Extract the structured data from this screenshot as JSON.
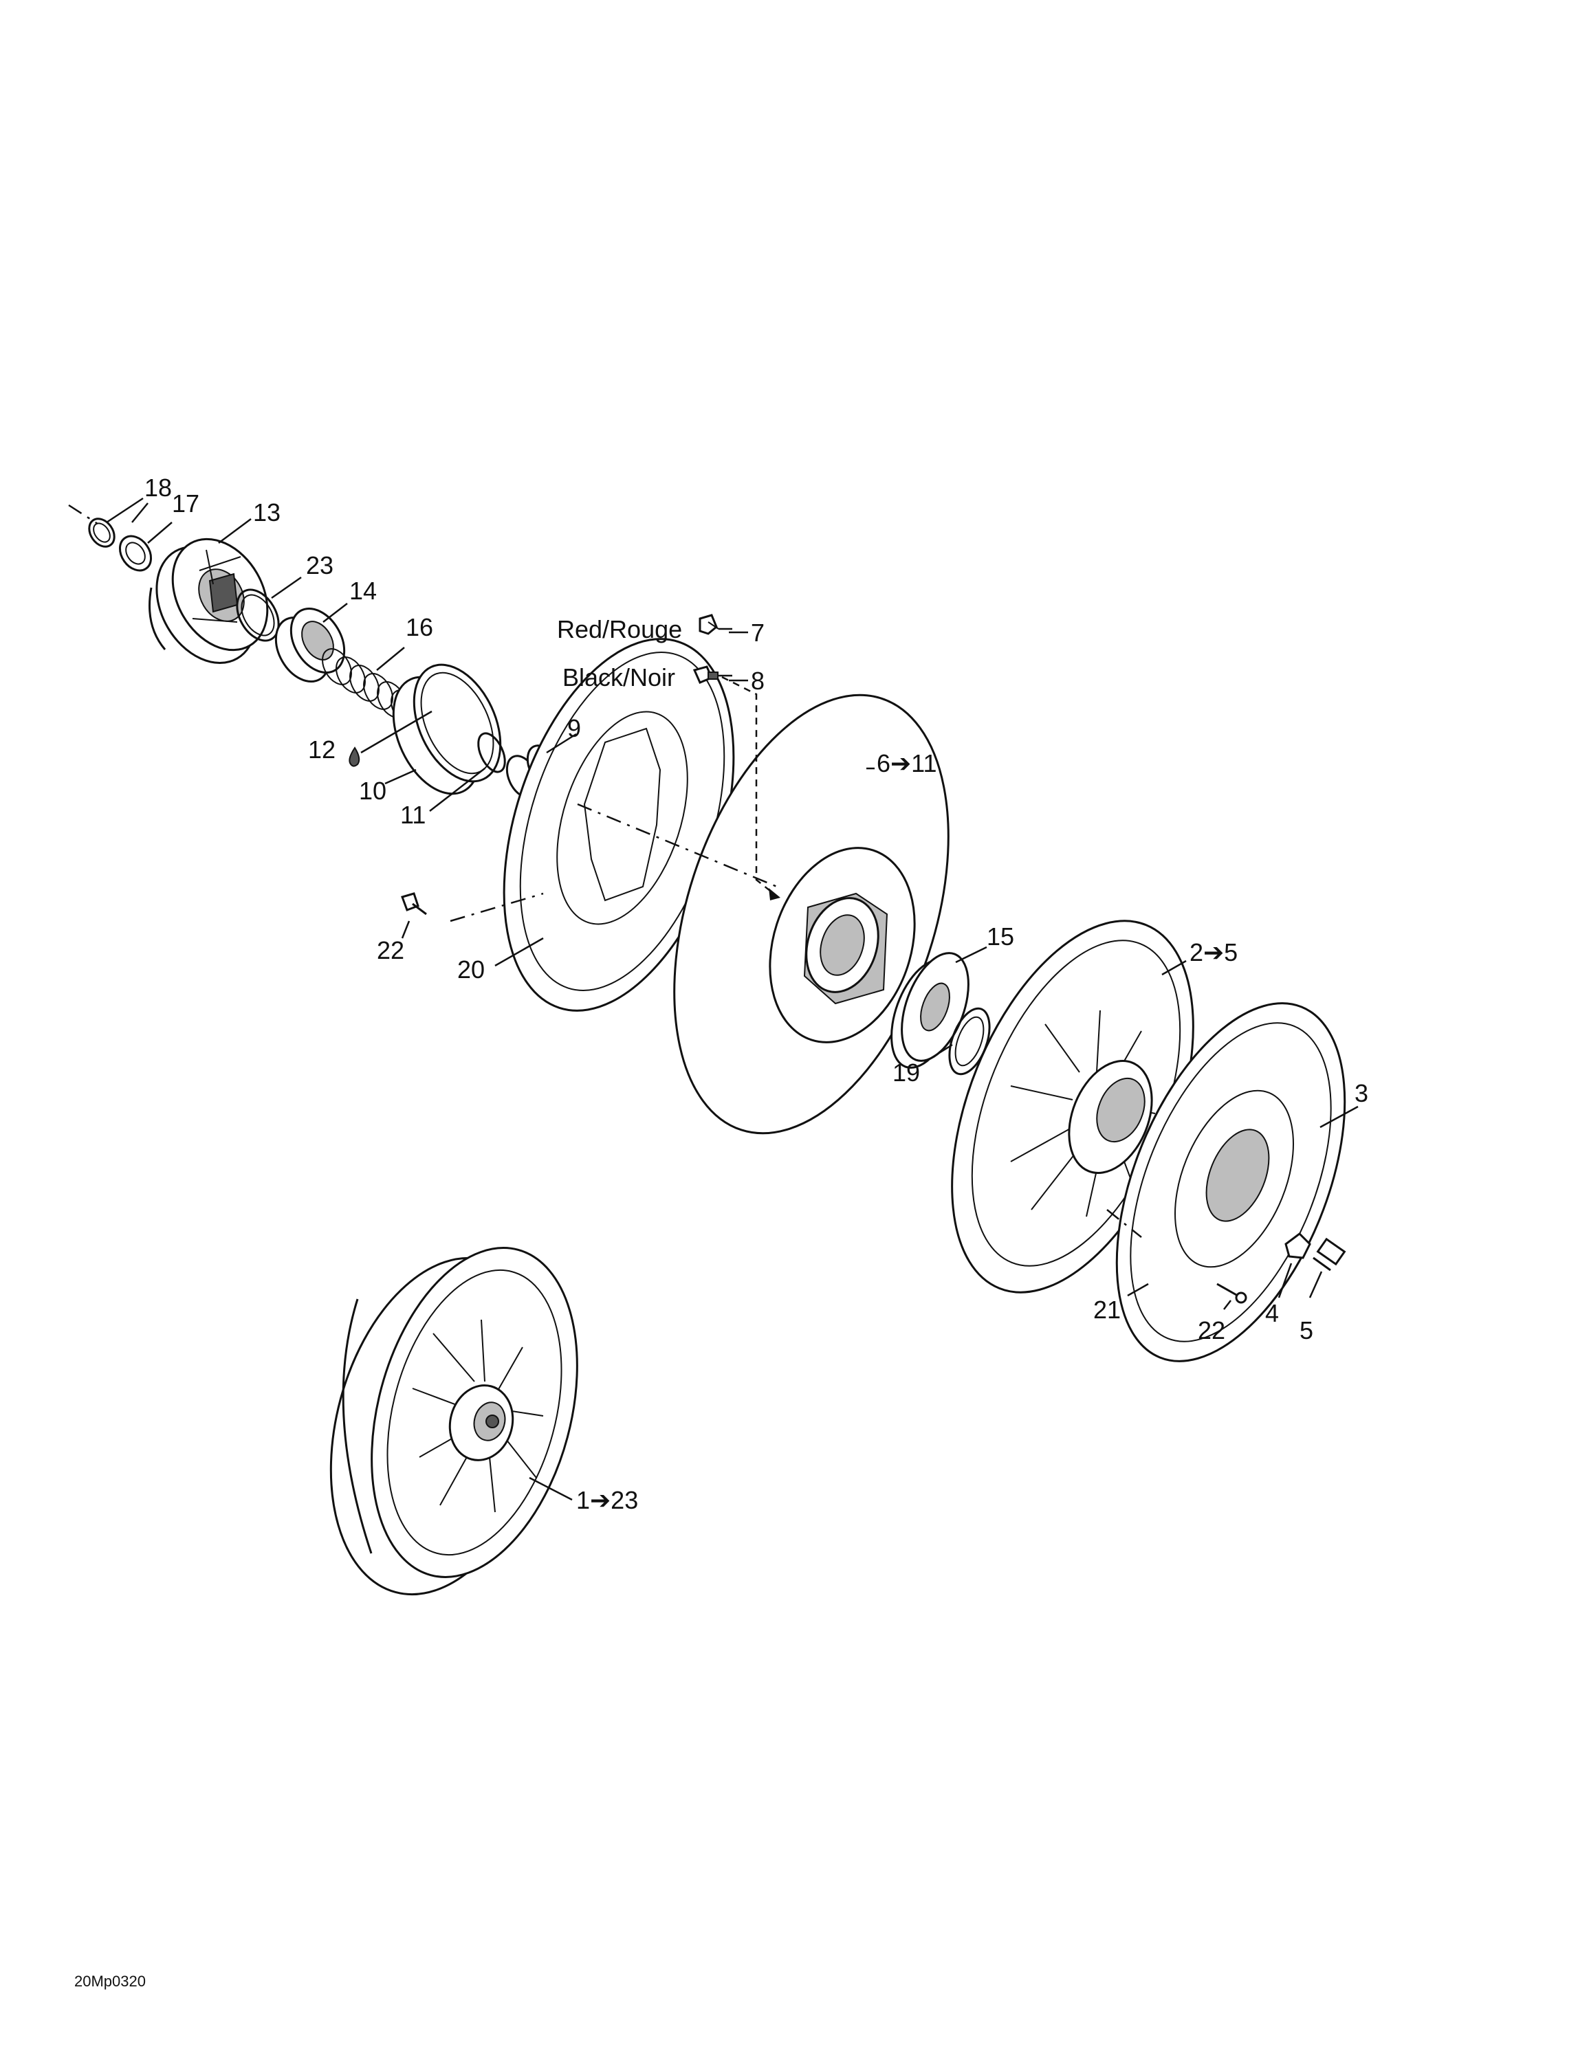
{
  "drawing_code": "20Mp0320",
  "notes": {
    "red": "Red/Rouge",
    "black": "Black/Noir"
  },
  "callouts": {
    "c18": "18",
    "c17": "17",
    "c13": "13",
    "c23": "23",
    "c14": "14",
    "c16": "16",
    "c12": "12",
    "c10": "10",
    "c11": "11",
    "c9": "9",
    "c7": "7",
    "c8": "8",
    "c6_11": "6➔11",
    "c22a": "22",
    "c20": "20",
    "c15": "15",
    "c19": "19",
    "c2_5": "2➔5",
    "c3": "3",
    "c21": "21",
    "c22b": "22",
    "c4": "4",
    "c5": "5",
    "c1_23": "1➔23"
  }
}
